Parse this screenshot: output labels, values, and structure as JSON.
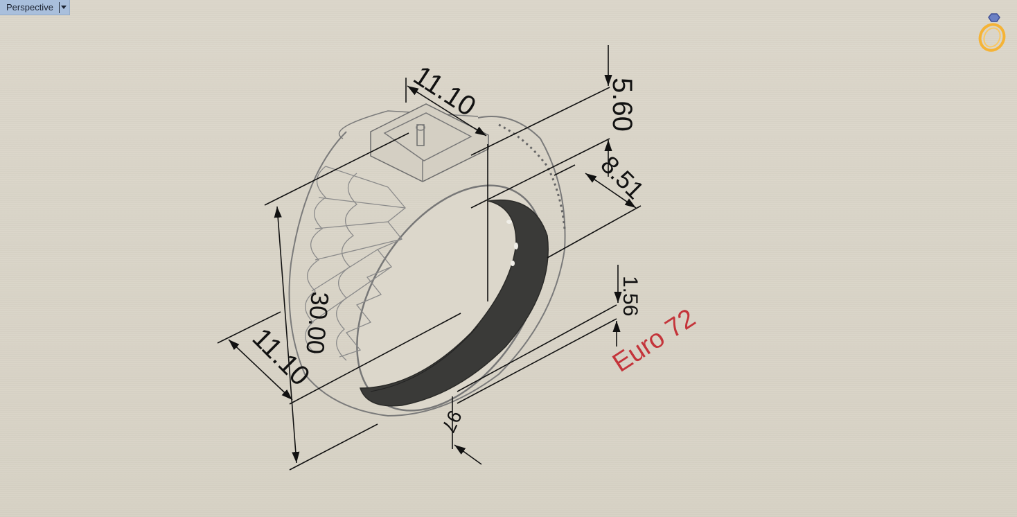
{
  "viewport": {
    "name": "Perspective",
    "dropdown_icon": "caret-down-icon"
  },
  "logo": {
    "icon": "ring-logo-icon",
    "colors": {
      "band": "#f5b335",
      "gem": "#5a6fb8"
    }
  },
  "dimensions": {
    "top_width": "11.10",
    "head_height": "5.60",
    "side_width": "8.51",
    "overall_height": "30.00",
    "bottom_width": "11.10",
    "shank_thickness": "1.56",
    "bottom_partial": "97"
  },
  "annotation": {
    "size_label": "Euro 72",
    "color": "#c4343a"
  },
  "colors": {
    "background": "#d9d4c8",
    "viewport_tab": "#a9bfdc",
    "lines": "#111111",
    "model_wire": "#7a7a7a",
    "inner_shank": "#3a3a38"
  }
}
